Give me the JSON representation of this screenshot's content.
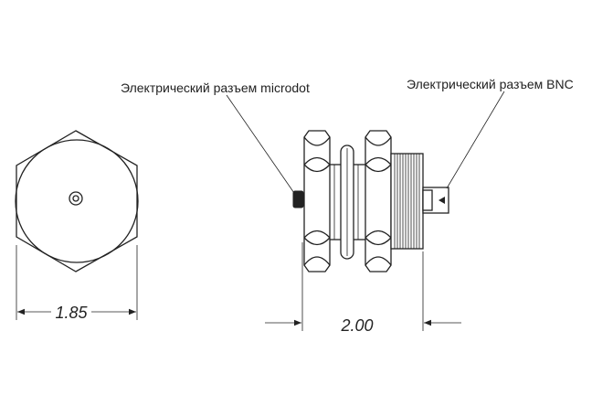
{
  "labels": {
    "microdot": "Электрический разъем microdot",
    "bnc": "Электрический разъем BNC"
  },
  "dimensions": {
    "width": "1.85",
    "length": "2.00"
  }
}
